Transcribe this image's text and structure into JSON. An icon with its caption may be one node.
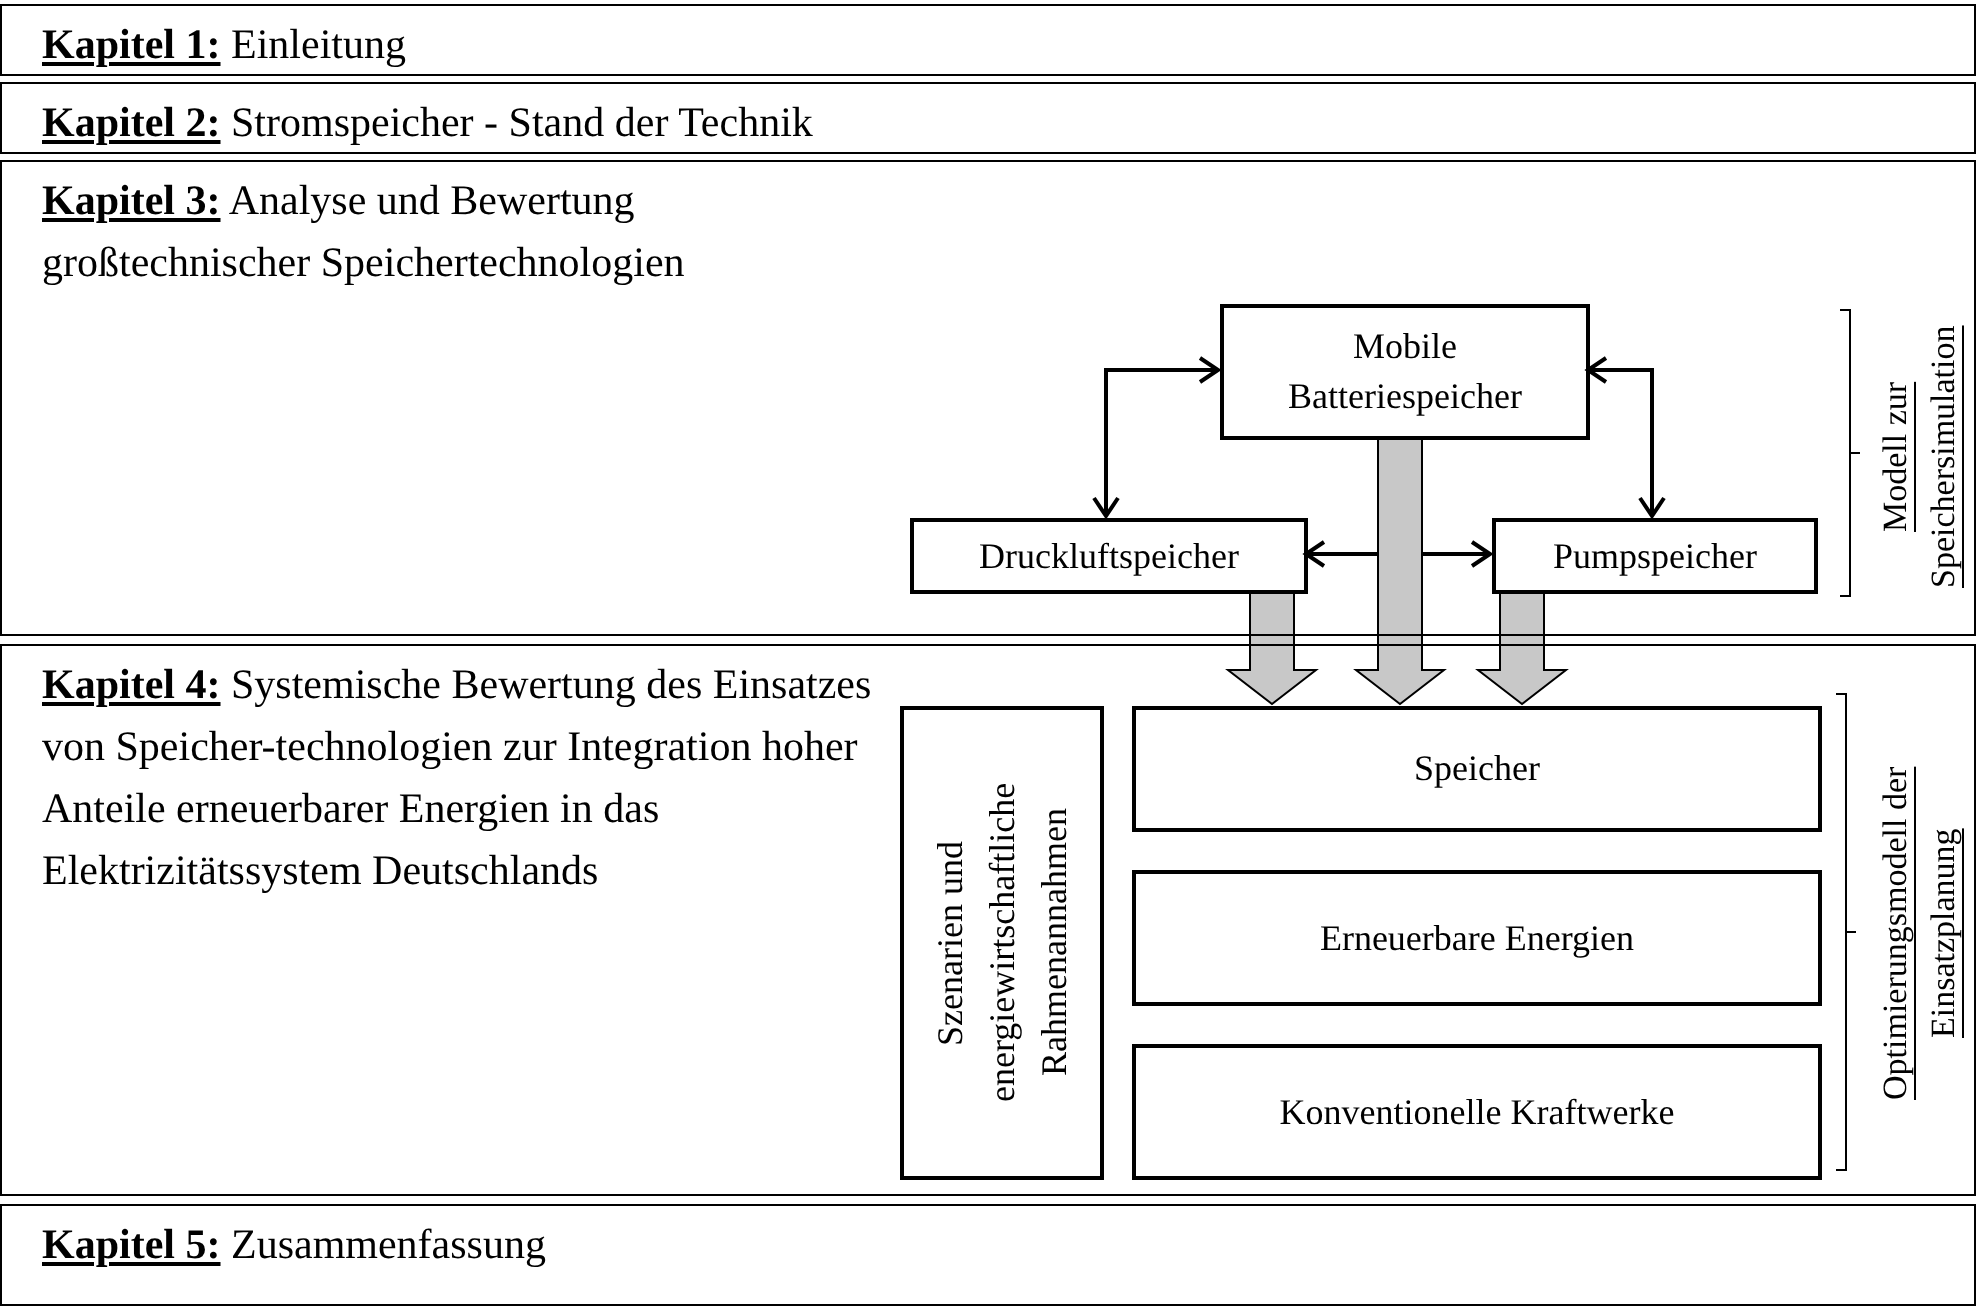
{
  "diagram": {
    "nodes": [
      {
        "text": [
          "**Kapitel 1:** Einleitung"
        ]
      },
      {
        "text": [
          "**Kapitel 2:** Stromspeicher - Stand der Technik"
        ]
      },
      {
        "text": [
          "**Kapitel 3:** Analyse und Bewertung großtechnischer Speichertechnologien",
          "Modell zur Speichersimulation"
        ]
      },
      {
        "text": [
          "Mobile Batteriespeicher"
        ],
        "in": 2
      },
      {
        "text": [
          "Druckluftspeicher"
        ],
        "in": 2
      },
      {
        "text": [
          "Pumpspeicher"
        ],
        "in": 2
      },
      {
        "text": [
          "**Kapitel 4:** Systemische Bewertung des Einsatzes von Speicher-technologien zur Integration hoher Anteile erneuerbarer Energien in das Elektrizitätssystem Deutschlands",
          "Optimierungsmodell der Einsatzplanung"
        ]
      },
      {
        "text": [
          "Szenarien und energiewirtschaftliche Rahmenannahmen"
        ],
        "in": 6
      },
      {
        "text": [
          "Speicher"
        ],
        "in": 6
      },
      {
        "text": [
          "Erneuerbare Energien"
        ],
        "in": 6
      },
      {
        "text": [
          "Konventionelle Kraftwerke"
        ],
        "in": 6
      },
      {
        "text": [
          "**Kapitel 5:** Zusammenfassung"
        ]
      }
    ],
    "edges": [
      {
        "from": 3,
        "to": 4,
        "arrow": "both"
      },
      {
        "from": 3,
        "to": 5,
        "arrow": "both"
      },
      {
        "from": 4,
        "to": 5,
        "arrow": "both"
      },
      {
        "from": 4,
        "to": 8,
        "arrow": "to",
        "style": "thick",
        "color": "#c8c8c8"
      },
      {
        "from": 3,
        "to": 8,
        "arrow": "to",
        "style": "thick",
        "color": "#c8c8c8"
      },
      {
        "from": 5,
        "to": 8,
        "arrow": "to",
        "style": "thick",
        "color": "#c8c8c8"
      }
    ]
  }
}
